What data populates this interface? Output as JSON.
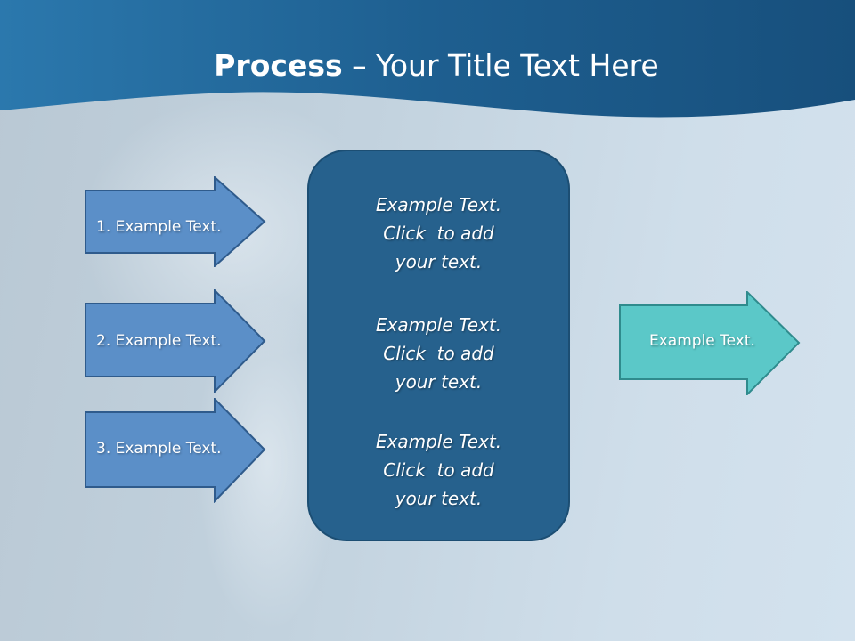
{
  "slide": {
    "title_bold": "Process",
    "title_rest": " – Your Title Text Here",
    "inputs": [
      {
        "label": "1. Example Text."
      },
      {
        "label": "2. Example Text."
      },
      {
        "label": "3. Example Text."
      }
    ],
    "center_blocks": [
      {
        "lines": [
          "Example Text.",
          "Click  to add",
          "your text."
        ]
      },
      {
        "lines": [
          "Example Text.",
          "Click  to add",
          "your text."
        ]
      },
      {
        "lines": [
          "Example Text.",
          "Click  to add",
          "your text."
        ]
      }
    ],
    "output": {
      "label": "Example Text."
    }
  },
  "colors": {
    "header": "#1f5f8f",
    "input_arrow": "#5b8fc8",
    "input_arrow_border": "#2f5b8c",
    "center_box": "#26618d",
    "output_arrow": "#5bc8c8",
    "output_arrow_border": "#2f8b8d"
  }
}
